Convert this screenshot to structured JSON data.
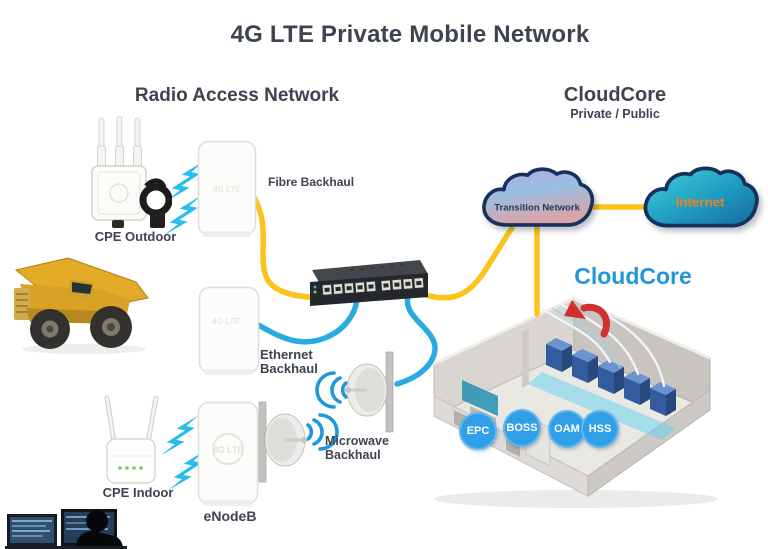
{
  "title": "4G LTE Private Mobile Network",
  "ran": {
    "heading": "Radio Access Network",
    "cpe_outdoor_label": "CPE Outdoor",
    "cpe_indoor_label": "CPE Indoor",
    "enodeb_label": "eNodeB",
    "enodeb_logo": "4G LTE"
  },
  "cloudcore": {
    "heading": "CloudCore",
    "subheading": "Private / Public",
    "brand": "CloudCore",
    "services": [
      {
        "label": "EPC"
      },
      {
        "label": "BOSS"
      },
      {
        "label": "OAM"
      },
      {
        "label": "HSS"
      }
    ]
  },
  "backhaul": {
    "fibre": "Fibre Backhaul",
    "ethernet": "Ethernet Backhaul",
    "microwave": "Microwave Backhaul"
  },
  "clouds": {
    "transition": "Transition Network",
    "internet": "Internet"
  },
  "colors": {
    "heading_text": "#3D4450",
    "fibre_line": "#FBC31C",
    "ethernet_line": "#29ABE2",
    "lightning_bolt": "#27BDEE",
    "cloudcore_brand": "#2196D8",
    "service_badge": "#2F9FE8",
    "internet_text": "#EF8120",
    "cloud_border": "#16325C"
  }
}
